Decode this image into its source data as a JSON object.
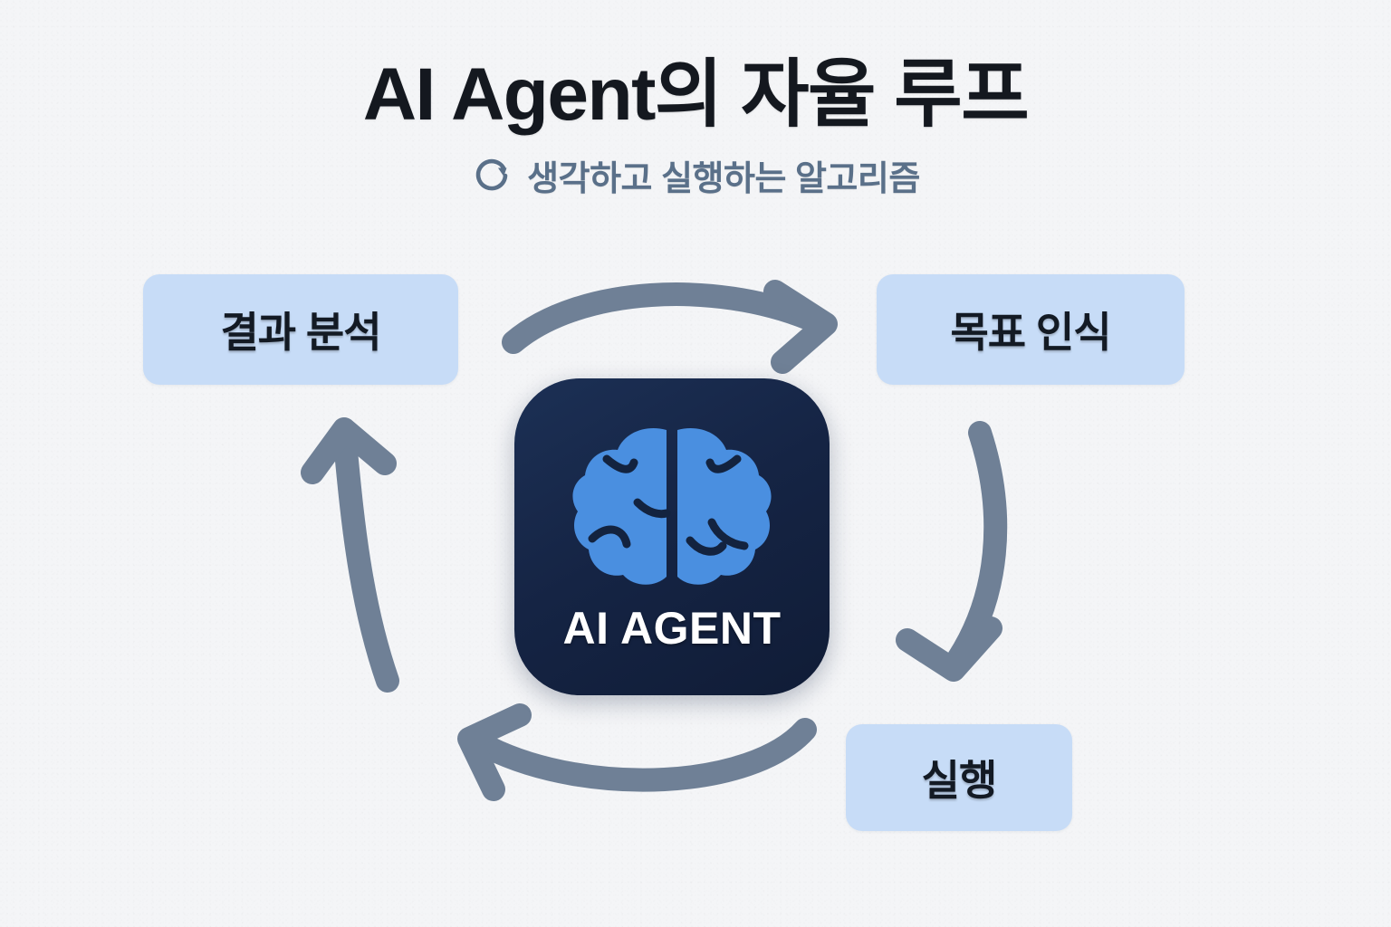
{
  "header": {
    "title": "AI Agent의 자율 루프",
    "subtitle": "생각하고 실행하는 알고리즘",
    "loop_icon": "refresh-loop-icon"
  },
  "center": {
    "label": "AI AGENT",
    "icon": "brain-icon"
  },
  "stages": [
    {
      "id": "goal",
      "label": "목표 인식",
      "position": "top-right"
    },
    {
      "id": "execute",
      "label": "실행",
      "position": "bottom-right"
    },
    {
      "id": "analyze",
      "label": "결과 분석",
      "position": "top-left"
    }
  ],
  "arrows": [
    {
      "id": "analyze-to-goal",
      "icon": "curved-arrow-right-icon",
      "from": "결과 분석",
      "to": "목표 인식"
    },
    {
      "id": "goal-to-execute",
      "icon": "curved-arrow-down-icon",
      "from": "목표 인식",
      "to": "실행"
    },
    {
      "id": "execute-to-analyze",
      "icon": "curved-arrow-left-icon",
      "from": "실행",
      "to": "결과 분석"
    },
    {
      "id": "analyze-loop-up",
      "icon": "curved-arrow-up-icon",
      "from": "실행",
      "to": "결과 분석"
    }
  ],
  "colors": {
    "background": "#f4f5f7",
    "title": "#14181f",
    "subtitle": "#5a7089",
    "chip_background": "#c7dcf7",
    "chip_text": "#131a24",
    "card_background": "#152444",
    "card_text": "#ffffff",
    "brain": "#4a8fe0",
    "arrow": "#6f8096"
  }
}
